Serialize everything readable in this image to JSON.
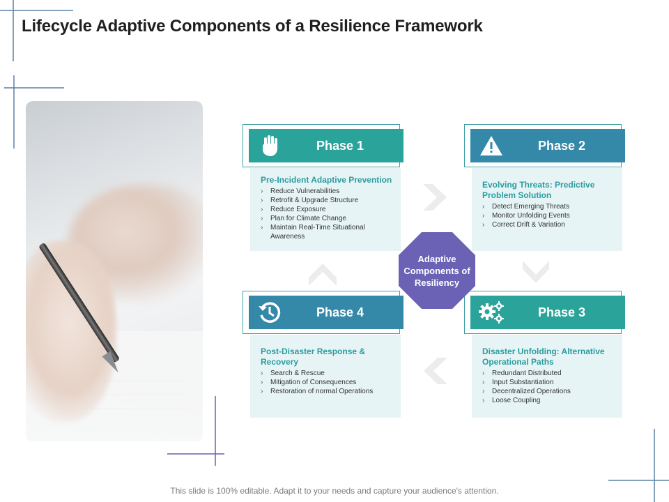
{
  "slide": {
    "title": "Lifecycle Adaptive Components of a Resilience Framework",
    "footer": "This slide is 100% editable. Adapt it to your needs and capture your audience's attention."
  },
  "center": {
    "label": "Adaptive Components of Resiliency",
    "color": "#6b61b5"
  },
  "phases": [
    {
      "label": "Phase 1",
      "icon": "hand-stop-icon",
      "color": "#2aa39a",
      "heading": "Pre-Incident Adaptive Prevention",
      "items": [
        "Reduce Vulnerabilities",
        "Retrofit & Upgrade Structure",
        "Reduce Exposure",
        "Plan for Climate Change",
        "Maintain Real-Time Situational Awareness"
      ]
    },
    {
      "label": "Phase 2",
      "icon": "warning-icon",
      "color": "#3589a8",
      "heading": "Evolving Threats: Predictive Problem Solution",
      "items": [
        "Detect Emerging Threats",
        "Monitor Unfolding Events",
        "Correct Drift & Variation"
      ]
    },
    {
      "label": "Phase 3",
      "icon": "gears-icon",
      "color": "#2aa39a",
      "heading": "Disaster Unfolding: Alternative Operational Paths",
      "items": [
        "Redundant Distributed",
        "Input Substantiation",
        "Decentralized Operations",
        "Loose Coupling"
      ]
    },
    {
      "label": "Phase 4",
      "icon": "history-clock-icon",
      "color": "#3589a8",
      "heading": "Post-Disaster Response & Recovery",
      "items": [
        "Search & Rescue",
        "Mitigation of Consequences",
        "Restoration of normal Operations"
      ]
    }
  ]
}
